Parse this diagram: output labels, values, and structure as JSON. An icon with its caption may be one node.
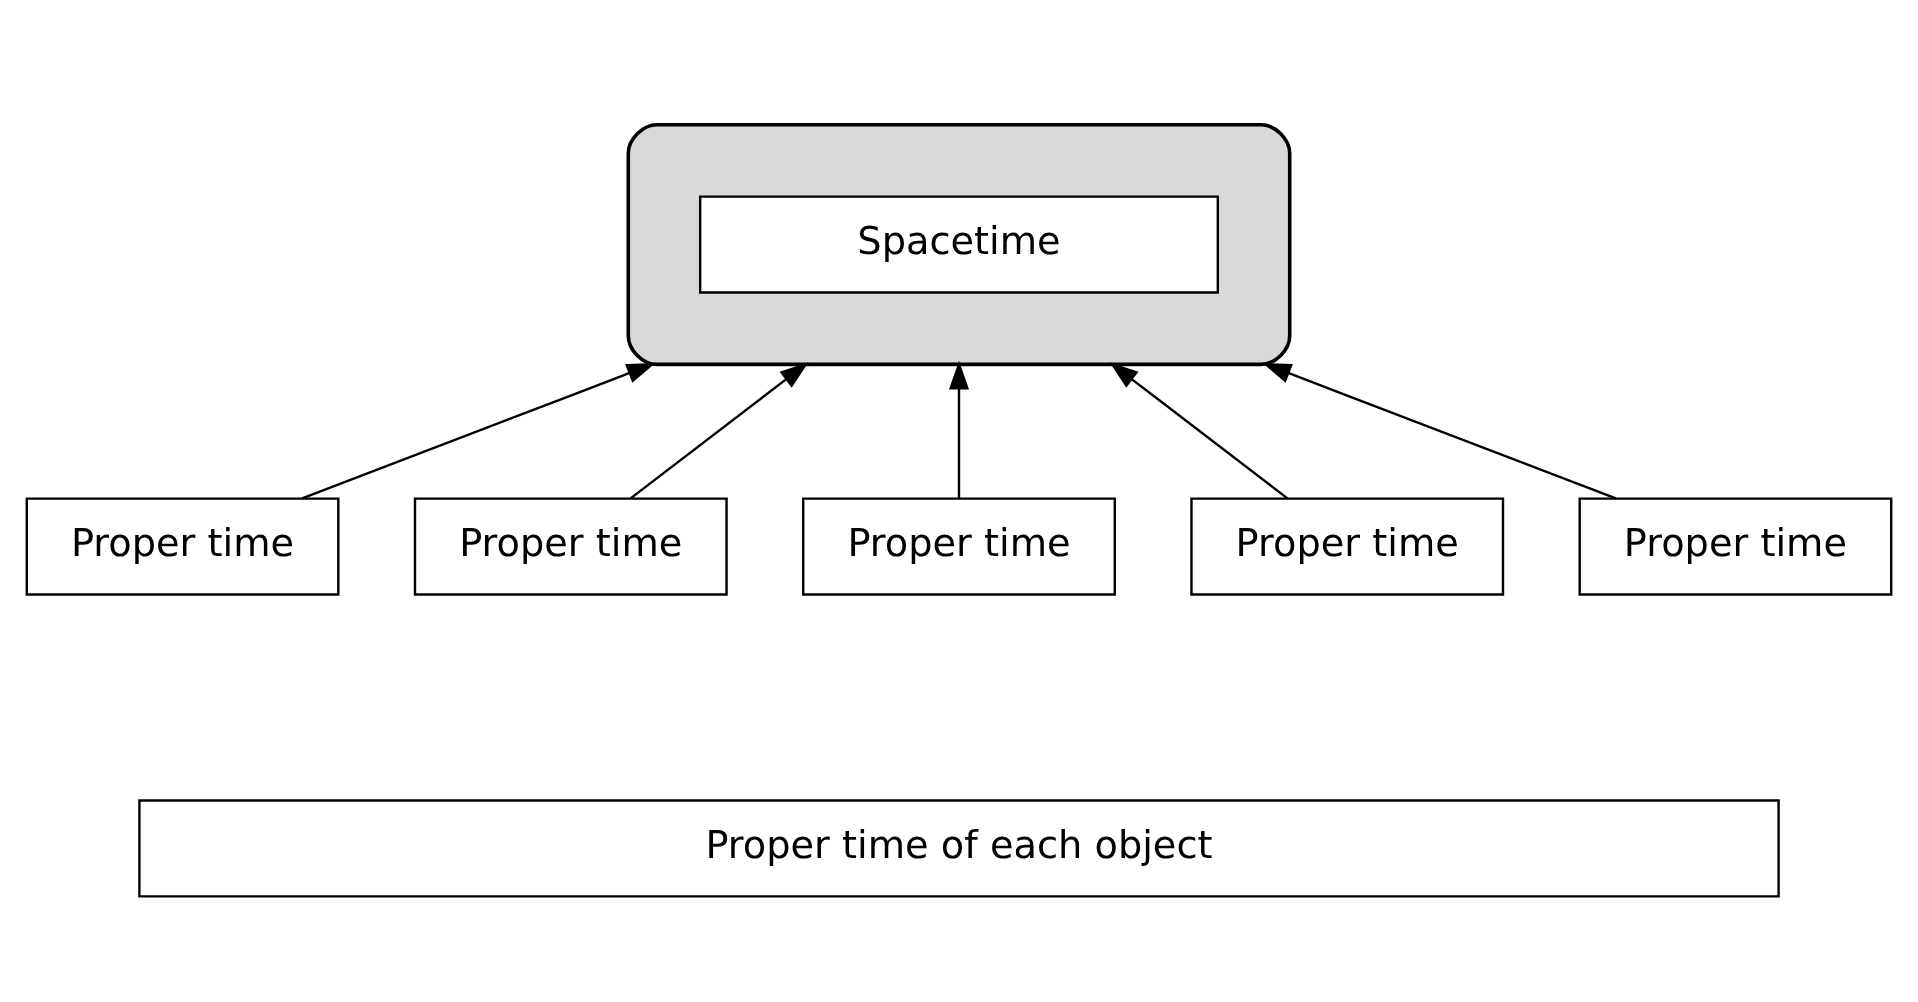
{
  "diagram": {
    "nodes": [
      {
        "text": [],
        "shape": "ellipse"
      },
      {
        "text": [
          "Spacetime"
        ],
        "in": 0
      },
      {
        "text": [
          "Proper time"
        ]
      },
      {
        "text": [
          "Proper time"
        ]
      },
      {
        "text": [
          "Proper time"
        ]
      },
      {
        "text": [
          "Proper time"
        ]
      },
      {
        "text": [
          "Proper time"
        ]
      },
      {
        "text": [
          "Proper time of each object"
        ]
      }
    ],
    "edges": [
      {
        "from": 2,
        "to": 0,
        "arrow": "to"
      },
      {
        "from": 3,
        "to": 0,
        "arrow": "to"
      },
      {
        "from": 4,
        "to": 0,
        "arrow": "to"
      },
      {
        "from": 5,
        "to": 0,
        "arrow": "to"
      },
      {
        "from": 6,
        "to": 0,
        "arrow": "to"
      }
    ]
  }
}
